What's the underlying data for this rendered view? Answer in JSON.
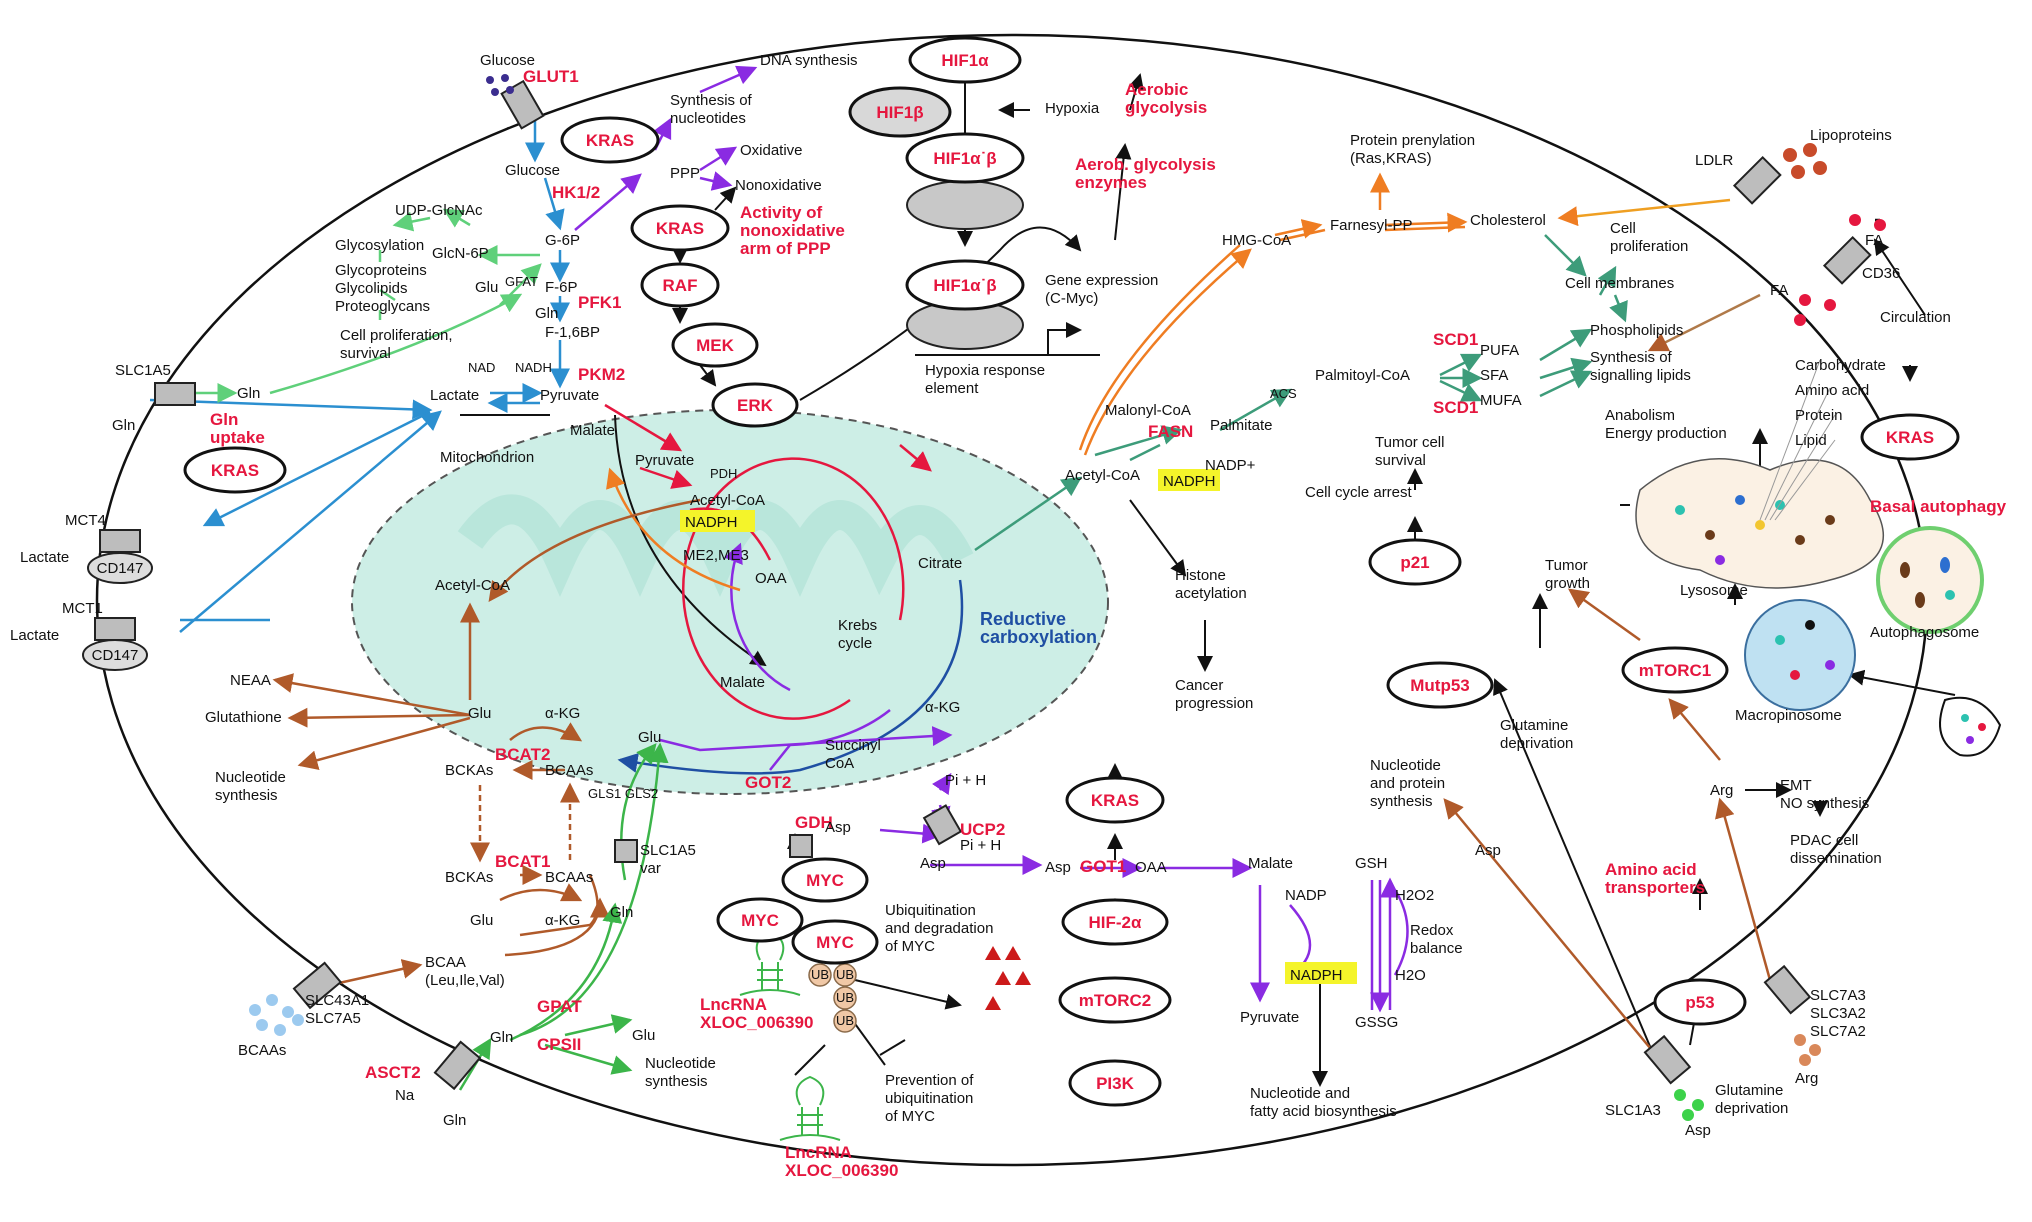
{
  "outside": {
    "glucose": "Glucose",
    "bcaas": "BCAAs",
    "lipoproteins": "Lipoproteins",
    "fa": "FA",
    "circulation": "Circulation",
    "lactate_out1": "Lactate",
    "lactate_out2": "Lactate",
    "gln_out1": "Gln",
    "gln_out2": "Gln",
    "na_out": "Na",
    "asp_out": "Asp",
    "arg_out": "Arg",
    "glutamine_deprivation_out": "Glutamine\ndeprivation"
  },
  "transporters": {
    "slc1a5": "SLC1A5",
    "mct4": "MCT4",
    "cd147a": "CD147",
    "mct1": "MCT1",
    "cd147b": "CD147",
    "slc43a1": "SLC43A1\nSLC7A5",
    "asct2": "ASCT2",
    "ldlr": "LDLR",
    "cd36": "CD36",
    "slc1a3": "SLC1A3",
    "slc7a3": "SLC7A3\nSLC3A2\nSLC7A2",
    "slc1a5var": "SLC1A5\nvar"
  },
  "oval_nodes": {
    "kras1": "KRAS",
    "kras2": "KRAS",
    "kras3": "KRAS",
    "kras4": "KRAS",
    "kras5": "KRAS",
    "raf": "RAF",
    "mek": "MEK",
    "erk": "ERK",
    "hif1a": "HIF1α",
    "hif1b": "HIF1β",
    "hif1ab_1": "HIF1α˙β",
    "hif1ab_2": "HIF1α˙β",
    "myc1": "MYC",
    "myc2": "MYC",
    "myc3": "MYC",
    "hif2a": "HIF-2α",
    "mtorc2": "mTORC2",
    "pi3k": "PI3K",
    "p21": "p21",
    "mutp53": "Mutp53",
    "mtorc1": "mTORC1",
    "p53": "p53",
    "ub": "UB"
  },
  "red_labels": {
    "glut1": "GLUT1",
    "hk12": "HK1/2",
    "pfk1": "PFK1",
    "pkm2": "PKM2",
    "gln_uptake": "Gln\nuptake",
    "aerobic_glycolysis": "Aerobic\nglycolysis",
    "aerob_enzymes": "Aerob. glycolysis\nenzymes",
    "ppp_activity": "Activity of\nnonoxidative\narm of PPP",
    "fasn": "FASN",
    "scd1a": "SCD1",
    "scd1b": "SCD1",
    "basal_autophagy": "Basal autophagy",
    "bcat2": "BCAT2",
    "bcat1": "BCAT1",
    "got2": "GOT2",
    "gdh": "GDH",
    "ucp2": "UCP2",
    "got1": "GOT1",
    "gpat": "GPAT",
    "cpsii": "CPSII",
    "lncrna1": "LncRNA\nXLOC_006390",
    "lncrna2": "LncRNA\nXLOC_006390",
    "aa_transporters": "Amino acid\ntransporters",
    "reductive_carboxylation": "Reductive\ncarboxylation"
  },
  "labels": {
    "dna_synthesis": "DNA synthesis",
    "synth_nucleotides": "Synthesis of\nnucleotides",
    "oxidative": "Oxidative",
    "nonoxidative": "Nonoxidative",
    "ppp": "PPP",
    "glucose_in": "Glucose",
    "g6p": "G-6P",
    "f6p": "F-6P",
    "f16bp": "F-1,6BP",
    "pyruvate": "Pyruvate",
    "lactate_in": "Lactate",
    "nad": "NAD",
    "nadh": "NADH",
    "gln_in": "Gln",
    "udp_glcnac": "UDP-GlcNAc",
    "glycosylation": "Glycosylation",
    "glcn6p": "GlcN-6P",
    "glu_gfat": "Glu",
    "gfat": "GFAT",
    "glyco": "Glycoproteins\nGlycolipids\nProteoglycans",
    "cell_prolif_surv": "Cell proliferation,\nsurvival",
    "gln_mid": "Gln",
    "malate_top": "Malate",
    "mitochondrion": "Mitochondrion",
    "hypoxia": "Hypoxia",
    "gene_expression": "Gene expression\n(C-Myc)",
    "hre": "Hypoxia response\nelement",
    "protein_prenylation": "Protein prenylation\n(Ras,KRAS)",
    "hmg_coa": "HMG-CoA",
    "farnesyl_pp": "Farnesyl-PP",
    "cholesterol": "Cholesterol",
    "cell_prolif": "Cell\nproliferation",
    "cell_membranes": "Cell membranes",
    "phospholipids": "Phospholipids",
    "synth_signalling": "Synthesis of\nsignalling lipids",
    "fa_in": "FA",
    "acs": "ACS",
    "palmitoyl_coa": "Palmitoyl-CoA",
    "pufa": "PUFA",
    "sfa": "SFA",
    "mufa": "MUFA",
    "malonyl_coa": "Malonyl-CoA",
    "palmitate": "Palmitate",
    "nadp_plus": "NADP+",
    "nadph_fasn": "NADPH",
    "acetyl_coa_cyto": "Acetyl-CoA",
    "histone_acet": "Histone\nacetylation",
    "cancer_progression": "Cancer\nprogression",
    "tumor_survival": "Tumor cell\nsurvival",
    "cell_cycle_arrest": "Cell cycle arrest",
    "carbohydrate": "Carbohydrate",
    "amino_acid": "Amino acid",
    "protein": "Protein",
    "lipid": "Lipid",
    "anabolism": "Anabolism\nEnergy production",
    "lysosome": "Lysosome",
    "autophagosome": "Autophagosome",
    "macropinosome": "Macropinosome",
    "tumor_growth": "Tumor\ngrowth",
    "glutamine_deprivation_in": "Glutamine\ndeprivation",
    "nucl_protein_synth": "Nucleotide\nand protein\nsynthesis",
    "asp_cyto": "Asp",
    "arg": "Arg",
    "emt": "EMT\nNO synthesis",
    "pdac": "PDAC cell\ndissemination",
    "pyruvate_mito": "Pyruvate",
    "pdh": "PDH",
    "acetyl_coa_mito": "Acetyl-CoA",
    "nadph_mito": "NADPH",
    "me23": "ME2,ME3",
    "oaa_mito": "OAA",
    "citrate": "Citrate",
    "krebs": "Krebs\ncycle",
    "malate_mito": "Malate",
    "akg_mito": "α-KG",
    "succinyl": "Succinyl\nCoA",
    "glu_mito": "Glu",
    "asp_mito": "Asp",
    "pi_h1": "Pi + H",
    "pi_h2": "Pi + H",
    "acetyl_coa_left": "Acetyl-CoA",
    "glu_left": "Glu",
    "akg_left": "α-KG",
    "bckas1": "BCKAs",
    "bcaas1": "BCAAs",
    "bckas2": "BCKAs",
    "bcaas2": "BCAAs",
    "glu_low": "Glu",
    "akg_low": "α-KG",
    "gls": "GLS1 GLS2",
    "neaa": "NEAA",
    "glutathione": "Glutathione",
    "nucleotide_synth_left": "Nucleotide\nsynthesis",
    "bcaa": "BCAA\n(Leu,Ile,Val)",
    "gln_low": "Gln",
    "gln_low2": "Gln",
    "glu_low2": "Glu",
    "nucleotide_synth_low": "Nucleotide\nsynthesis",
    "asp_cyto2": "Asp",
    "asp_got1": "Asp",
    "oaa_cyto": "OAA",
    "malate_cyto": "Malate",
    "nadp_cyto": "NADP",
    "nadph_cyto": "NADPH",
    "pyruvate_cyto": "Pyruvate",
    "gsh": "GSH",
    "gssg": "GSSG",
    "h2o2": "H2O2",
    "h2o": "H2O",
    "redox": "Redox\nbalance",
    "nucl_fatty": "Nucleotide and\nfatty acid biosynthesis",
    "ubiq_degrad": "Ubiquitination\nand degradation\nof MYC",
    "prevention": "Prevention of\nubiquitination\nof MYC"
  },
  "colors": {
    "red": "#e5173f",
    "blue": "#2b8fd0",
    "green": "#3cb54a",
    "lightgreen": "#5fd07a",
    "purple": "#8a2be2",
    "orange": "#ef7d22",
    "brown": "#b05a2a",
    "teal": "#3d9c7a",
    "mito_fill": "#cdeee6",
    "highlight": "#f4f42a"
  }
}
